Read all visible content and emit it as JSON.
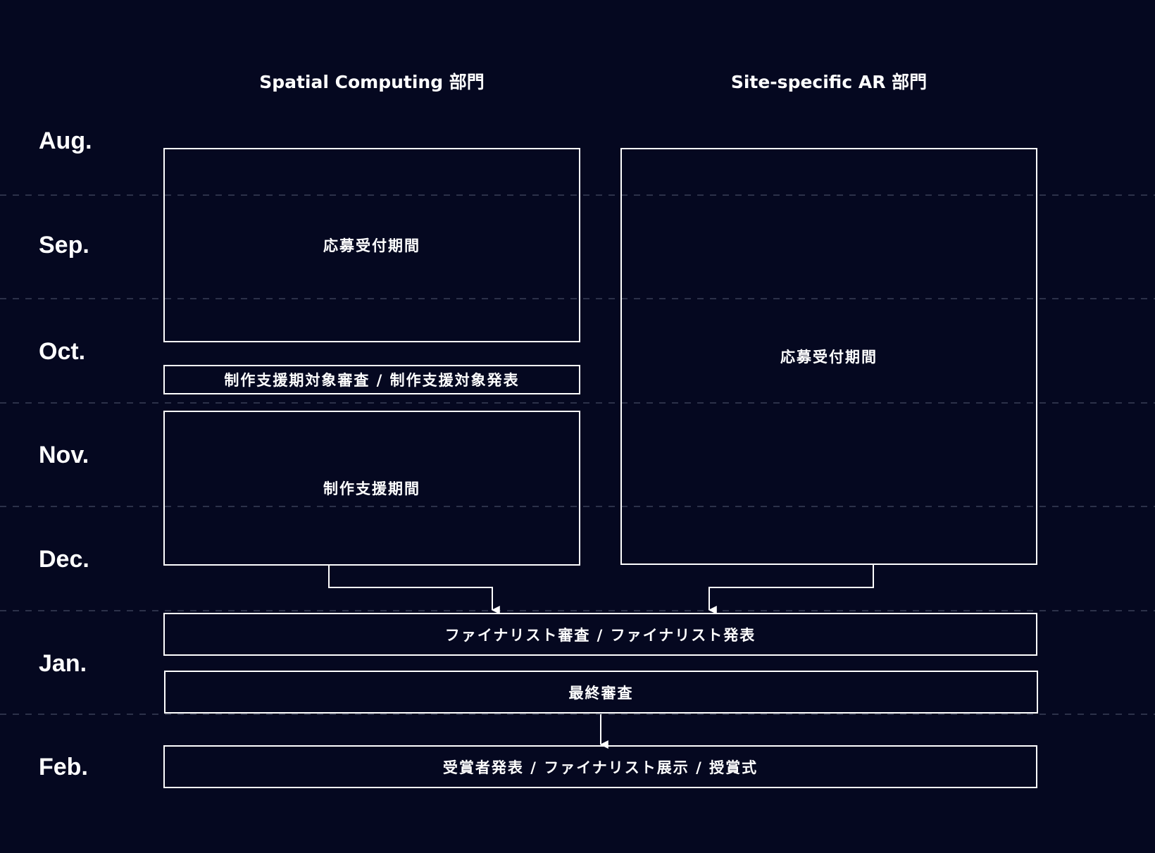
{
  "columns": {
    "spatial": "Spatial Computing 部門",
    "site": "Site-specific AR 部門"
  },
  "months": [
    "Aug.",
    "Sep.",
    "Oct.",
    "Nov.",
    "Dec.",
    "Jan.",
    "Feb."
  ],
  "spatial_track": {
    "application_period": "応募受付期間",
    "support_review": "制作支援期対象審査 / 制作支援対象発表",
    "production_support_period": "制作支援期間"
  },
  "site_track": {
    "application_period": "応募受付期間"
  },
  "shared": {
    "finalist_review": "ファイナリスト審査 / ファイナリスト発表",
    "final_review": "最終審査",
    "awards": "受賞者発表 / ファイナリスト展示 / 授賞式"
  },
  "colors": {
    "background": "#050820",
    "line": "#ffffff",
    "month_divider": "#3a3f57"
  }
}
